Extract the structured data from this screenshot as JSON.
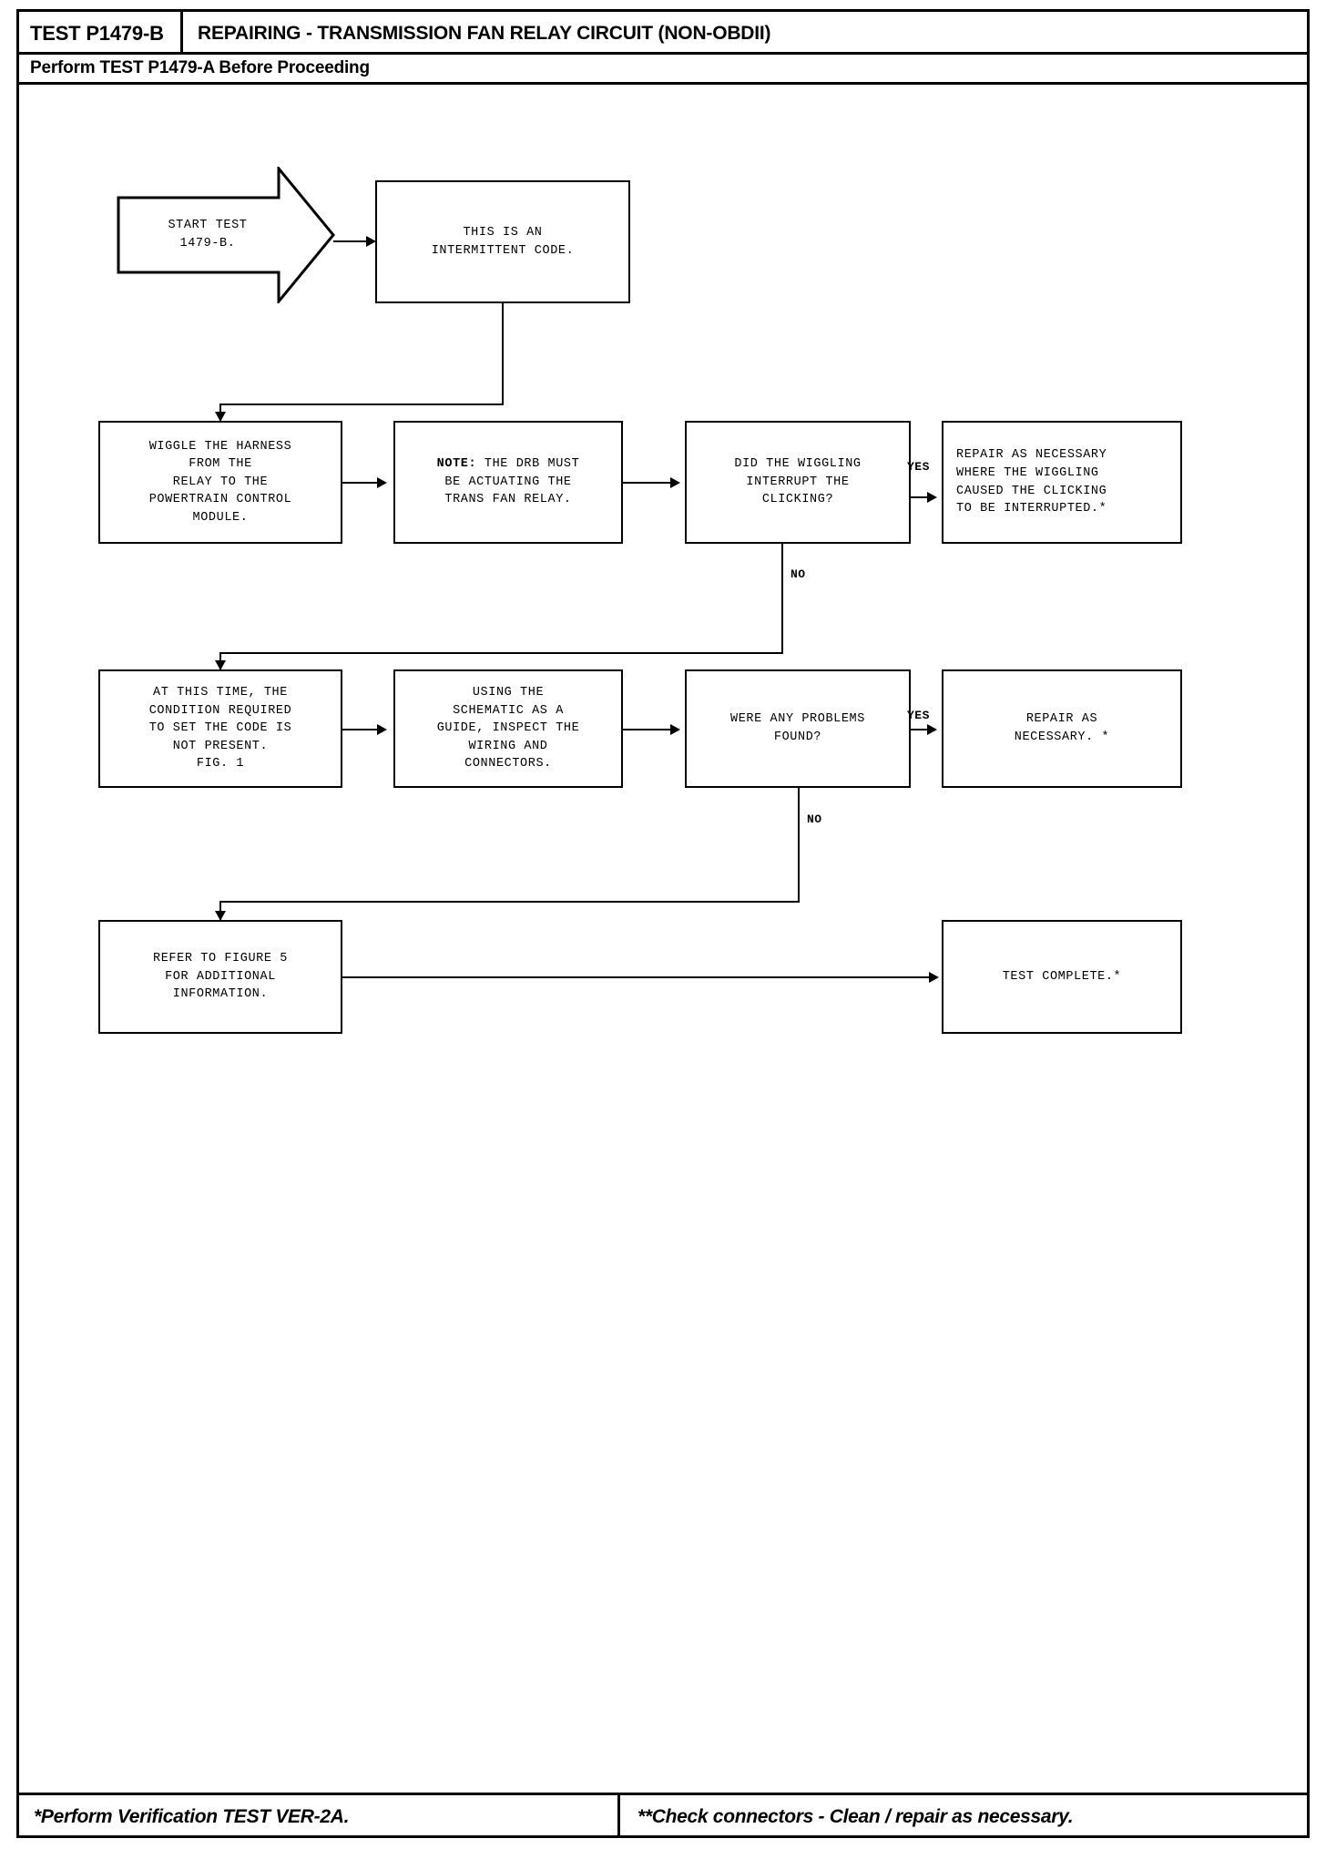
{
  "header": {
    "test_id": "TEST P1479-B",
    "title": "REPAIRING - TRANSMISSION FAN RELAY CIRCUIT (NON-OBDII)",
    "subtitle": "Perform TEST P1479-A Before Proceeding"
  },
  "footer": {
    "left": "*Perform Verification TEST VER-2A.",
    "right": "**Check connectors - Clean / repair as necessary."
  },
  "flow": {
    "start": "START TEST\n1479-B.",
    "intermittent": "THIS IS AN\nINTERMITTENT CODE.",
    "wiggle": "WIGGLE THE HARNESS\nFROM THE\nRELAY TO THE\nPOWERTRAIN CONTROL\nMODULE.",
    "note_bold": "NOTE:",
    "note_rest": " THE DRB MUST\nBE ACTUATING THE\nTRANS FAN RELAY.",
    "did_wiggling": "DID THE WIGGLING\nINTERRUPT THE\nCLICKING?",
    "repair_wiggling": "REPAIR AS NECESSARY\nWHERE THE WIGGLING\nCAUSED THE CLICKING\nTO BE INTERRUPTED.*",
    "condition_not_present": "AT THIS TIME, THE\nCONDITION REQUIRED\nTO SET THE CODE IS\nNOT PRESENT.\nFIG. 1",
    "using_schematic": "USING THE\nSCHEMATIC AS A\nGUIDE, INSPECT THE\nWIRING AND\nCONNECTORS.",
    "problems_found": "WERE ANY PROBLEMS\nFOUND?",
    "repair_necessary": "REPAIR AS\nNECESSARY. *",
    "refer_figure5": "REFER TO FIGURE 5\nFOR ADDITIONAL\nINFORMATION.",
    "test_complete": "TEST COMPLETE.*"
  },
  "edges": {
    "yes1": "YES",
    "no1": "NO",
    "yes2": "YES",
    "no2": "NO"
  },
  "colors": {
    "ink": "#000000",
    "paper": "#ffffff"
  }
}
